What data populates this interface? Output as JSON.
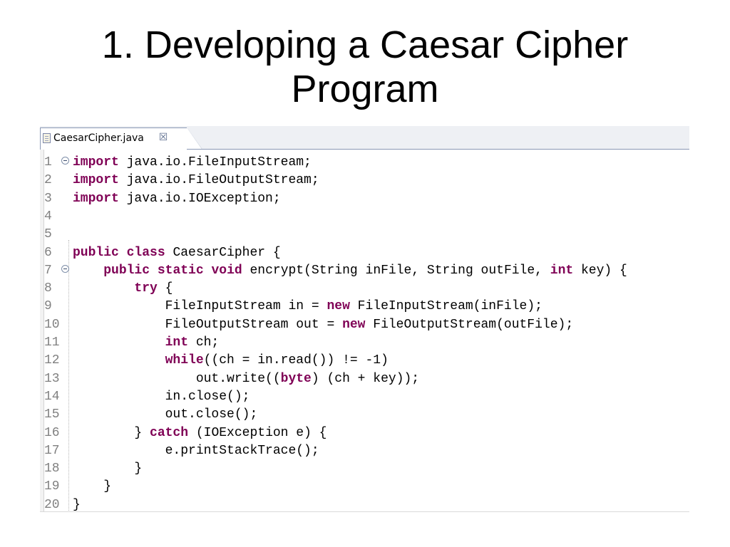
{
  "slide": {
    "title_line1": "1. Developing a Caesar Cipher",
    "title_line2": "Program"
  },
  "editor": {
    "tab": {
      "label": "CaesarCipher.java",
      "file_icon": "java-file-icon",
      "close_icon": "close-icon"
    },
    "colors": {
      "keyword": "#7f0055",
      "line_number": "#808080",
      "text": "#000000"
    },
    "lines": [
      {
        "n": "1",
        "fold": true,
        "segments": [
          [
            "import",
            "kw"
          ],
          [
            " java.io.FileInputStream;",
            ""
          ]
        ]
      },
      {
        "n": "2",
        "fold": false,
        "segments": [
          [
            "import",
            "kw"
          ],
          [
            " java.io.FileOutputStream;",
            ""
          ]
        ]
      },
      {
        "n": "3",
        "fold": false,
        "segments": [
          [
            "import",
            "kw"
          ],
          [
            " java.io.IOException;",
            ""
          ]
        ]
      },
      {
        "n": "4",
        "fold": false,
        "segments": []
      },
      {
        "n": "5",
        "fold": false,
        "segments": []
      },
      {
        "n": "6",
        "fold": false,
        "segments": [
          [
            "public",
            "kw"
          ],
          [
            " ",
            ""
          ],
          [
            "class",
            "kw"
          ],
          [
            " CaesarCipher {",
            ""
          ]
        ]
      },
      {
        "n": "7",
        "fold": true,
        "segments": [
          [
            "    ",
            ""
          ],
          [
            "public",
            "kw"
          ],
          [
            " ",
            ""
          ],
          [
            "static",
            "kw"
          ],
          [
            " ",
            ""
          ],
          [
            "void",
            "kw"
          ],
          [
            " encrypt(String inFile, String outFile, ",
            ""
          ],
          [
            "int",
            "kw"
          ],
          [
            " key) {",
            ""
          ]
        ]
      },
      {
        "n": "8",
        "fold": false,
        "segments": [
          [
            "        ",
            ""
          ],
          [
            "try",
            "kw"
          ],
          [
            " {",
            ""
          ]
        ]
      },
      {
        "n": "9",
        "fold": false,
        "segments": [
          [
            "            FileInputStream in = ",
            ""
          ],
          [
            "new",
            "kw"
          ],
          [
            " FileInputStream(inFile);",
            ""
          ]
        ]
      },
      {
        "n": "10",
        "fold": false,
        "segments": [
          [
            "            FileOutputStream out = ",
            ""
          ],
          [
            "new",
            "kw"
          ],
          [
            " FileOutputStream(outFile);",
            ""
          ]
        ]
      },
      {
        "n": "11",
        "fold": false,
        "segments": [
          [
            "            ",
            ""
          ],
          [
            "int",
            "kw"
          ],
          [
            " ch;",
            ""
          ]
        ]
      },
      {
        "n": "12",
        "fold": false,
        "segments": [
          [
            "            ",
            ""
          ],
          [
            "while",
            "kw"
          ],
          [
            "((ch = in.read()) != -1)",
            ""
          ]
        ]
      },
      {
        "n": "13",
        "fold": false,
        "segments": [
          [
            "                out.write((",
            ""
          ],
          [
            "byte",
            "kw"
          ],
          [
            ") (ch + key));",
            ""
          ]
        ]
      },
      {
        "n": "14",
        "fold": false,
        "segments": [
          [
            "            in.close();",
            ""
          ]
        ]
      },
      {
        "n": "15",
        "fold": false,
        "segments": [
          [
            "            out.close();",
            ""
          ]
        ]
      },
      {
        "n": "16",
        "fold": false,
        "segments": [
          [
            "        } ",
            ""
          ],
          [
            "catch",
            "kw"
          ],
          [
            " (IOException e) {",
            ""
          ]
        ]
      },
      {
        "n": "17",
        "fold": false,
        "segments": [
          [
            "            e.printStackTrace();",
            ""
          ]
        ]
      },
      {
        "n": "18",
        "fold": false,
        "segments": [
          [
            "        }",
            ""
          ]
        ]
      },
      {
        "n": "19",
        "fold": false,
        "segments": [
          [
            "    }",
            ""
          ]
        ]
      },
      {
        "n": "20",
        "fold": false,
        "segments": [
          [
            "}",
            ""
          ]
        ]
      }
    ]
  }
}
